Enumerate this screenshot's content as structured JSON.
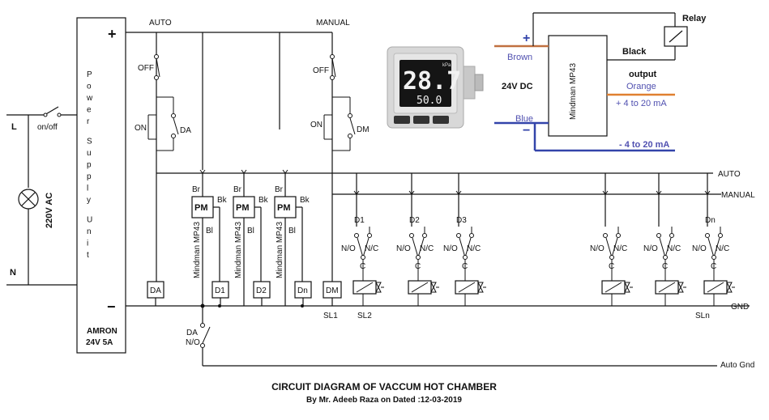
{
  "title": "CIRCUIT DIAGRAM OF VACCUM HOT CHAMBER",
  "subtitle": "By Mr. Adeeb Raza on Dated :12-03-2019",
  "mains": {
    "L": "L",
    "N": "N",
    "voltage": "220V AC",
    "switch": "on/off"
  },
  "psu": {
    "name_letters": [
      "P",
      "o",
      "w",
      "e",
      "r",
      "",
      "S",
      "u",
      "p",
      "p",
      "l",
      "y",
      "",
      "U",
      "n",
      "i",
      "t"
    ],
    "brand": "AMRON",
    "rating": "24V 5A",
    "plus": "+",
    "minus": "−"
  },
  "auto_branch": {
    "label": "AUTO",
    "off": "OFF",
    "on": "ON",
    "contact": "DA"
  },
  "manual_branch": {
    "label": "MANUAL",
    "off": "OFF",
    "on": "ON",
    "contact": "DM"
  },
  "bus": {
    "auto": "AUTO",
    "manual": "MANUAL",
    "gnd": "GND",
    "auto_gnd": "Auto Gnd"
  },
  "pm": {
    "label": "PM",
    "br": "Br",
    "bk": "Bk",
    "bl": "Bl",
    "model": "Mindman MP43"
  },
  "relays_bottom": [
    "DA",
    "D1",
    "D2",
    "Dn",
    "DM"
  ],
  "da_contact": {
    "name": "DA",
    "type": "N/O"
  },
  "sl_labels": [
    "SL1",
    "SL2",
    "SLn"
  ],
  "valve_groups": [
    {
      "d": "D1",
      "no": "N/O",
      "nc": "N/C",
      "c": "C"
    },
    {
      "d": "D2",
      "no": "N/O",
      "nc": "N/C",
      "c": "C"
    },
    {
      "d": "D3",
      "no": "N/O",
      "nc": "N/C",
      "c": "C"
    },
    {
      "d": "",
      "no": "N/O",
      "nc": "N/C",
      "c": "C"
    },
    {
      "d": "",
      "no": "N/O",
      "nc": "N/C",
      "c": "C"
    },
    {
      "d": "Dn",
      "no": "N/O",
      "nc": "N/C",
      "c": "C"
    }
  ],
  "sensor_display": {
    "top": "28.7",
    "bottom": "50.0",
    "unit": "kPa"
  },
  "sensor_wiring": {
    "brown": "Brown",
    "blue": "Blue",
    "black": "Black",
    "relay": "Relay",
    "supply": "24V DC",
    "model": "Mindman MP43",
    "output": "output",
    "orange": "Orange",
    "out_plus": "+ 4 to 20 mA",
    "out_minus": "- 4 to 20 mA",
    "plus": "+",
    "minus": "−"
  },
  "colors": {
    "brown": "#c07040",
    "blue": "#3344aa",
    "orange": "#e08030",
    "purple": "#5050b0"
  }
}
